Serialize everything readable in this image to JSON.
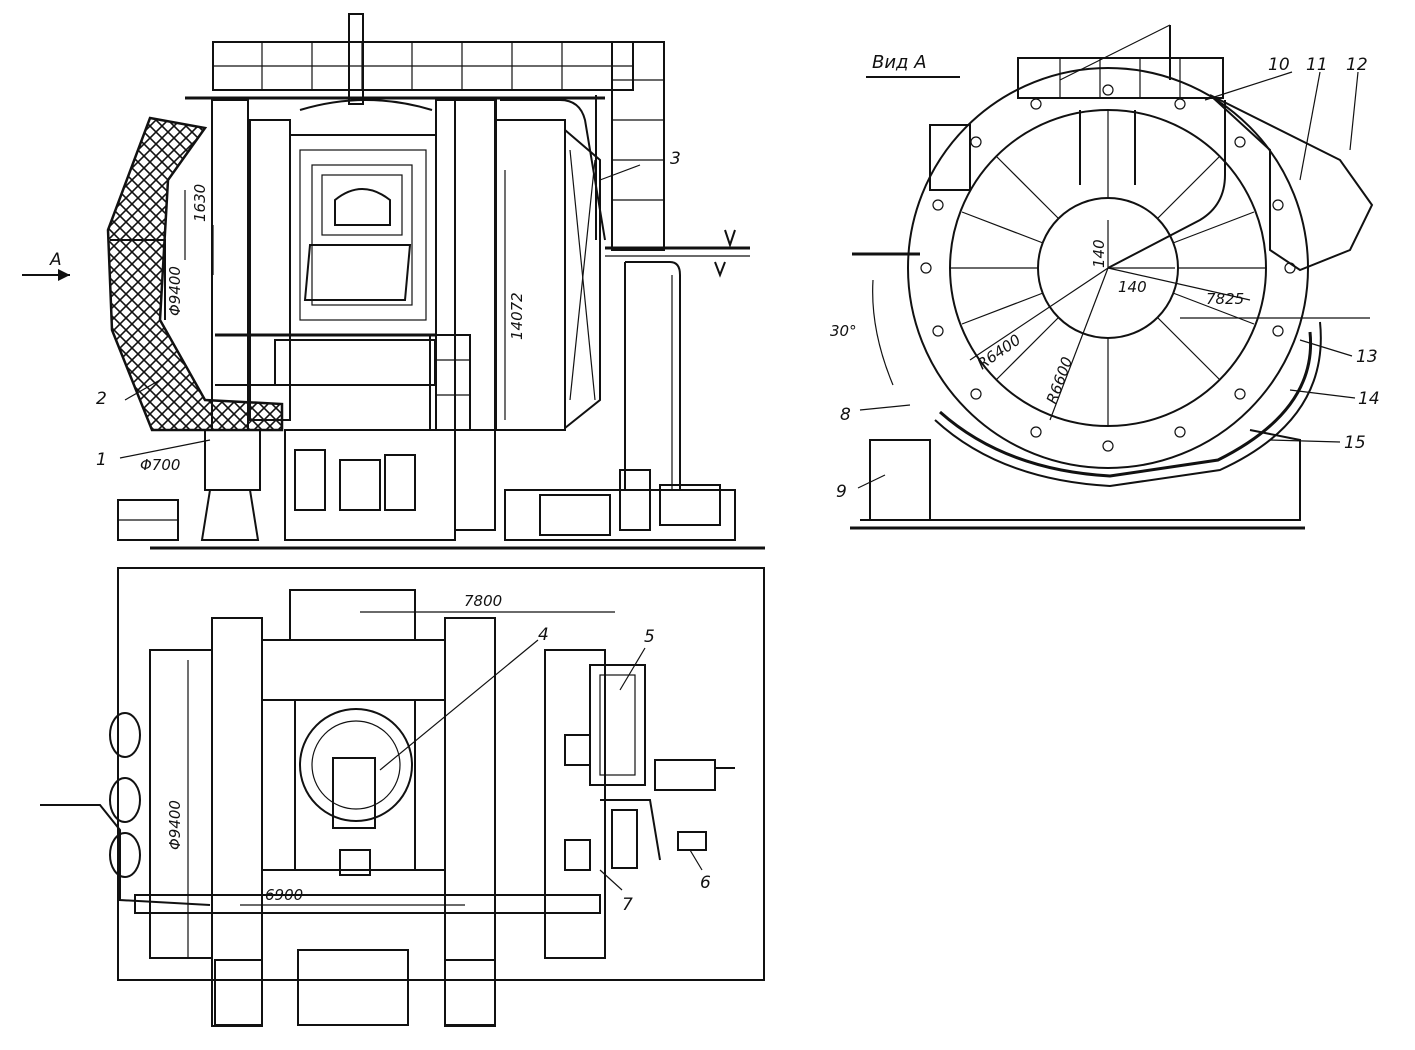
{
  "view_title": "Вид А",
  "view_arrow_label": "А",
  "callouts": {
    "c1": "1",
    "c2": "2",
    "c3": "3",
    "c4": "4",
    "c5": "5",
    "c6": "6",
    "c7": "7",
    "c8": "8",
    "c9": "9",
    "c10": "10",
    "c11": "11",
    "c12": "12",
    "c13": "13",
    "c14": "14",
    "c15": "15"
  },
  "dimensions": {
    "liner_thickness": "1630",
    "drum_diameter_side": "Φ9400",
    "trunnion_diameter": "Φ700",
    "overall_length": "14072",
    "gear_spacing": "7800",
    "drum_diameter_plan": "Φ9400",
    "drum_span": "6900",
    "offset_vertical": "140",
    "offset_horizontal": "140",
    "radius_half": "7825",
    "radius_inner": "R6400",
    "radius_outer": "R6600",
    "angle": "30°"
  }
}
